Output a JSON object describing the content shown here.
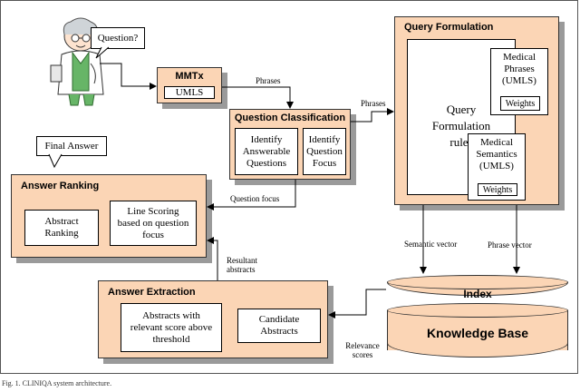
{
  "bubbles": {
    "question": "Question?",
    "final_answer": "Final Answer"
  },
  "mmtx": {
    "title": "MMTx",
    "umls": "UMLS"
  },
  "question_classification": {
    "title": "Question Classification",
    "identify_answerable": "Identify Answerable Questions",
    "identify_focus": "Identify Question Focus"
  },
  "query_formulation": {
    "title": "Query Formulation",
    "rules": "Query Formulation rules",
    "medical_phrases": "Medical Phrases (UMLS)",
    "weights_1": "Weights",
    "medical_semantics": "Medical Semantics (UMLS)",
    "weights_2": "Weights"
  },
  "answer_ranking": {
    "title": "Answer Ranking",
    "abstract_ranking": "Abstract Ranking",
    "line_scoring": "Line Scoring based on question focus"
  },
  "answer_extraction": {
    "title": "Answer Extraction",
    "abstracts_relevant": "Abstracts with relevant score above threshold",
    "candidate": "Candidate Abstracts"
  },
  "database": {
    "index": "Index",
    "kb": "Knowledge Base"
  },
  "edge_labels": {
    "phrases_1": "Phrases",
    "phrases_2": "Phrases",
    "question_focus": "Question focus",
    "resultant_abstracts": "Resultant abstracts",
    "semantic_vector": "Semantic vector",
    "phrase_vector": "Phrase vector",
    "relevance_scores": "Relevance scores"
  },
  "caption": "Fig. 1. CLINIQA system architecture."
}
